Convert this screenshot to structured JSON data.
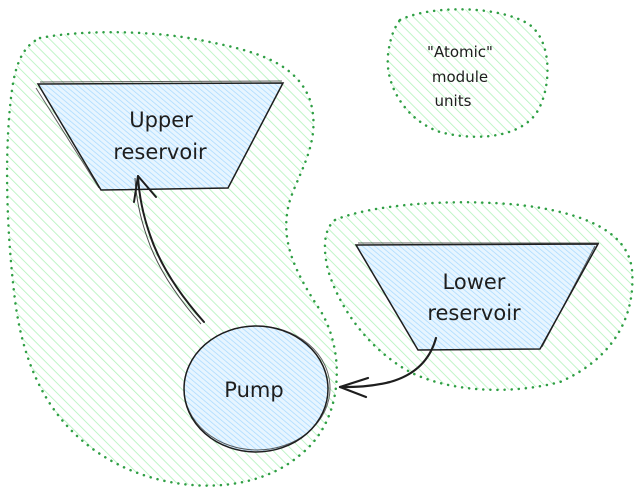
{
  "colors": {
    "group_stroke": "#2f9e44",
    "group_hatch": "#b2f2bb",
    "shape_fill": "#a5d8ff",
    "shape_stroke": "#1e1e1e",
    "text": "#1e1e1e"
  },
  "groups": [
    {
      "id": "main-group",
      "label": ""
    },
    {
      "id": "lower-group",
      "label": ""
    },
    {
      "id": "legend-group",
      "lines": [
        "\"Atomic\"",
        "module",
        "units"
      ]
    }
  ],
  "nodes": {
    "upper_reservoir": {
      "lines": [
        "Upper",
        "reservoir"
      ],
      "shape": "trapezoid"
    },
    "lower_reservoir": {
      "lines": [
        "Lower",
        "reservoir"
      ],
      "shape": "trapezoid"
    },
    "pump": {
      "lines": [
        "Pump"
      ],
      "shape": "circle"
    }
  },
  "edges": [
    {
      "from": "lower_reservoir",
      "to": "pump"
    },
    {
      "from": "pump",
      "to": "upper_reservoir"
    }
  ]
}
